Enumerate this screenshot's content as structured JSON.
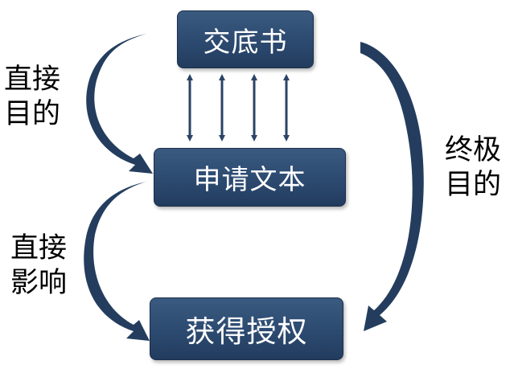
{
  "boxes": {
    "top": "交底书",
    "middle": "申请文本",
    "bottom": "获得授权"
  },
  "labels": {
    "direct_purpose": [
      "直接",
      "目的"
    ],
    "direct_influence": [
      "直接",
      "影响"
    ],
    "ultimate_purpose": [
      "终极",
      "目的"
    ]
  },
  "colors": {
    "box_fill": "#2c4a70",
    "arrow": "#243d5e",
    "text_on_box": "#ffffff",
    "label_text": "#000000"
  }
}
